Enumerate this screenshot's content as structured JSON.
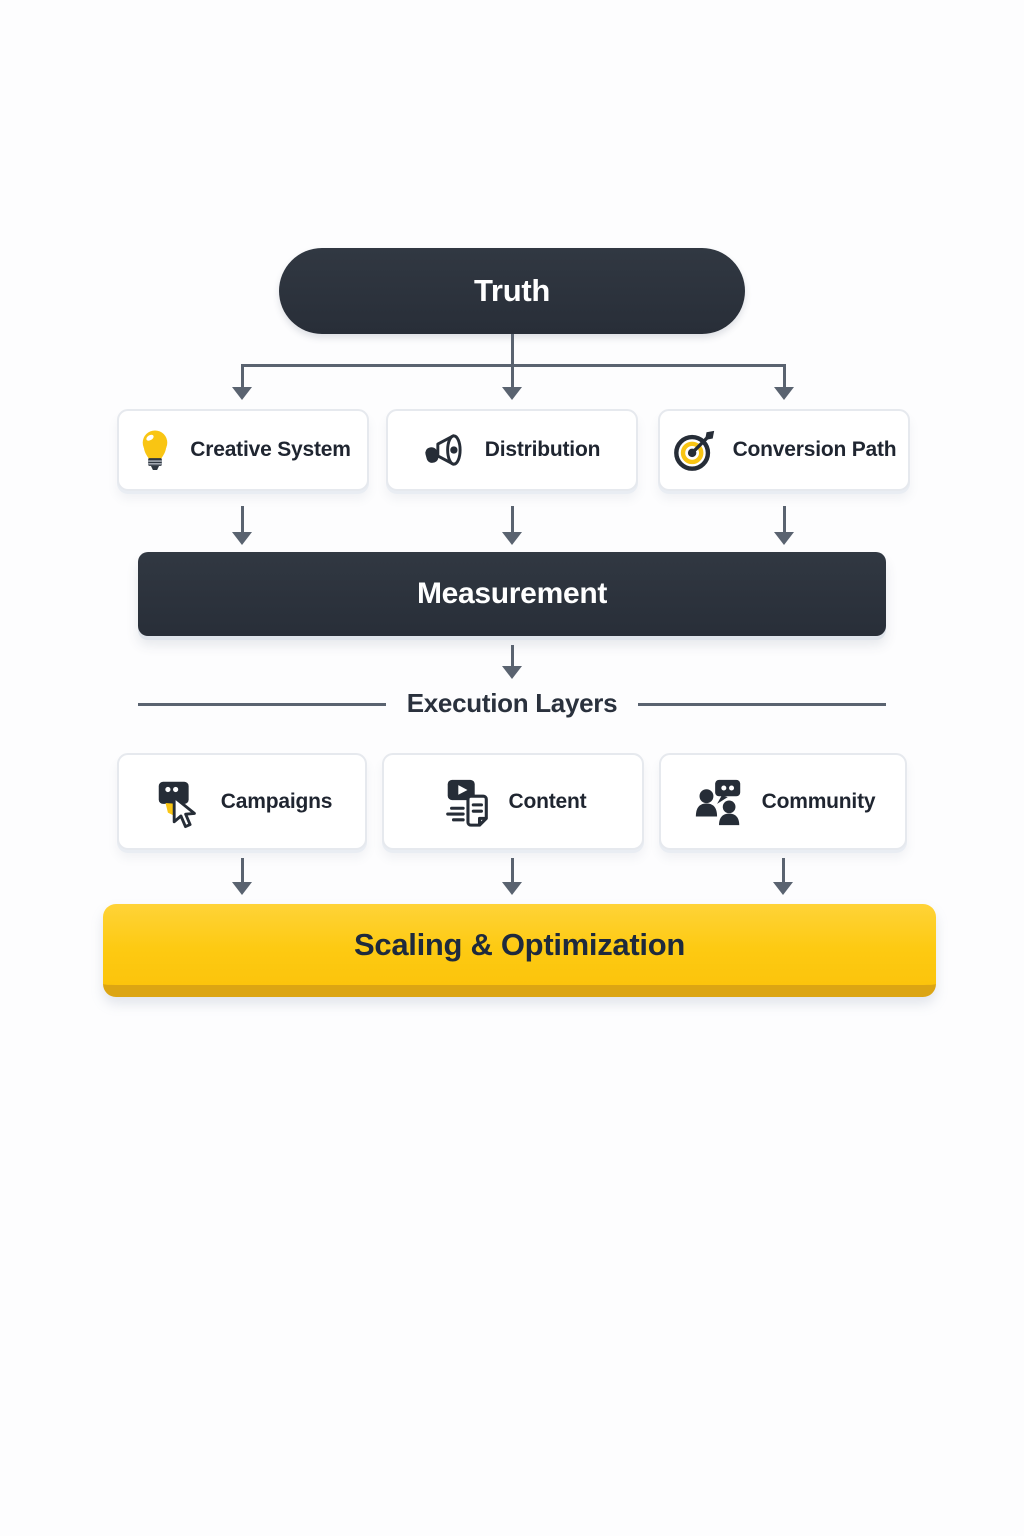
{
  "diagram": {
    "truth": {
      "label": "Truth"
    },
    "strategy_row": [
      {
        "label": "Creative System",
        "icon": "lightbulb-icon"
      },
      {
        "label": "Distribution",
        "icon": "megaphone-icon"
      },
      {
        "label": "Conversion Path",
        "icon": "target-arrow-icon"
      }
    ],
    "measurement": {
      "label": "Measurement"
    },
    "divider": {
      "label": "Execution Layers"
    },
    "execution_row": [
      {
        "label": "Campaigns",
        "icon": "cursor-click-icon"
      },
      {
        "label": "Content",
        "icon": "video-document-icon"
      },
      {
        "label": "Community",
        "icon": "people-chat-icon"
      }
    ],
    "scaling": {
      "label": "Scaling & Optimization"
    },
    "colors": {
      "node_dark": "#2b323c",
      "accent_yellow": "#fdc90f",
      "yellow_lip": "#dca513",
      "arrow_gray": "#5a6370",
      "card_border": "#e6e9ee",
      "text_dark": "#1f2530"
    }
  }
}
